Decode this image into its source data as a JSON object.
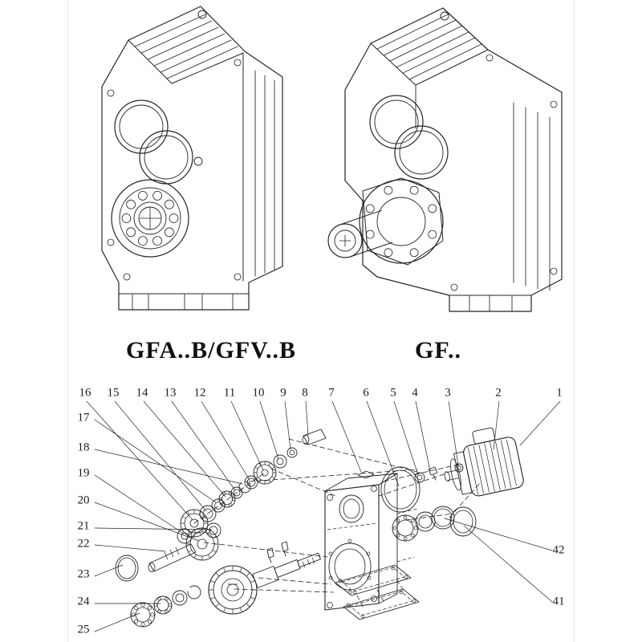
{
  "models": {
    "left_label": "GFA..B/GFV..B",
    "right_label": "GF.."
  },
  "exploded": {
    "top_numbers": [
      "16",
      "15",
      "14",
      "13",
      "12",
      "11",
      "10",
      "9",
      "8",
      "7",
      "6",
      "5",
      "4",
      "3",
      "2",
      "1"
    ],
    "left_numbers": [
      "17",
      "18",
      "19",
      "20",
      "21",
      "22",
      "23",
      "24",
      "25"
    ],
    "right_numbers": [
      "42",
      "41"
    ]
  },
  "colors": {
    "line": "#242424",
    "paper": "#ffffff"
  }
}
